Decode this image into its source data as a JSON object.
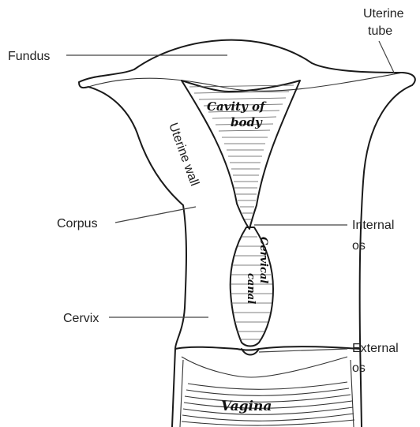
{
  "labels": {
    "fundus": "Fundus",
    "uterine_tube_line1": "Uterine",
    "uterine_tube_line2": "tube",
    "uterine_wall": "Uterine wall",
    "corpus": "Corpus",
    "cervix": "Cervix",
    "internal_os_line1": "Internal",
    "internal_os_line2": "os",
    "external_os_line1": "External",
    "external_os_line2": "os",
    "cavity_line1": "Cavity of",
    "cavity_line2": "body",
    "cervical_canal_line1": "Cervical",
    "cervical_canal_line2": "canal",
    "vagina": "Vagina"
  },
  "colors": {
    "ink": "#1a1a1a",
    "background": "#ffffff"
  }
}
